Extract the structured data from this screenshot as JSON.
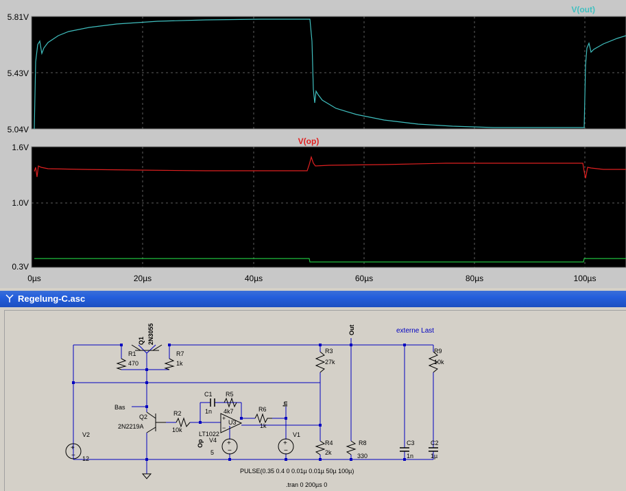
{
  "plot": {
    "traces": [
      {
        "name": "V(out)",
        "color": "#40c0c0"
      },
      {
        "name": "V(op)",
        "color": "#e02020"
      },
      {
        "name": "",
        "color": "#20c040"
      }
    ],
    "upper_y_ticks": [
      "5.81V",
      "5.43V",
      "5.04V"
    ],
    "lower_y_ticks": [
      "1.6V",
      "1.0V",
      "0.3V"
    ],
    "x_ticks": [
      "0µs",
      "20µs",
      "40µs",
      "60µs",
      "80µs",
      "100µs"
    ],
    "grid_color": "#606060",
    "background": "#000000"
  },
  "schematic": {
    "window_title": "Regelung-C.asc",
    "wire_color": "#0000c0",
    "components": {
      "Q1": {
        "ref": "Q1",
        "value": "2N3055"
      },
      "Q2": {
        "ref": "Q2",
        "value": "2N2219A"
      },
      "R1": {
        "ref": "R1",
        "value": "470"
      },
      "R7": {
        "ref": "R7",
        "value": "1k"
      },
      "R2": {
        "ref": "R2",
        "value": "10k"
      },
      "R3": {
        "ref": "R3",
        "value": "27k"
      },
      "R4": {
        "ref": "R4",
        "value": "2k"
      },
      "R5": {
        "ref": "R5",
        "value": "4k7"
      },
      "R6": {
        "ref": "R6",
        "value": "1k"
      },
      "R8": {
        "ref": "R8",
        "value": "330"
      },
      "R9": {
        "ref": "R9",
        "value": "10k"
      },
      "C1": {
        "ref": "C1",
        "value": "1n"
      },
      "C2": {
        "ref": "C2",
        "value": "1µ"
      },
      "C3": {
        "ref": "C3",
        "value": "1n"
      },
      "U3": {
        "ref": "U3",
        "value": "LT1022"
      },
      "V1": {
        "ref": "V1",
        "value": ""
      },
      "V2": {
        "ref": "V2",
        "value": "12"
      },
      "V4": {
        "ref": "V4",
        "value": "5"
      }
    },
    "net_labels": {
      "bas": "Bas",
      "out": "Out",
      "in": "In",
      "op": "Op"
    },
    "extern_label": "externe Last",
    "pulse_directive": "PULSE(0.35 0.4 0 0.01µ 0.01µ 50µ 100µ)",
    "tran_directive": ".tran 0 200µs 0"
  }
}
